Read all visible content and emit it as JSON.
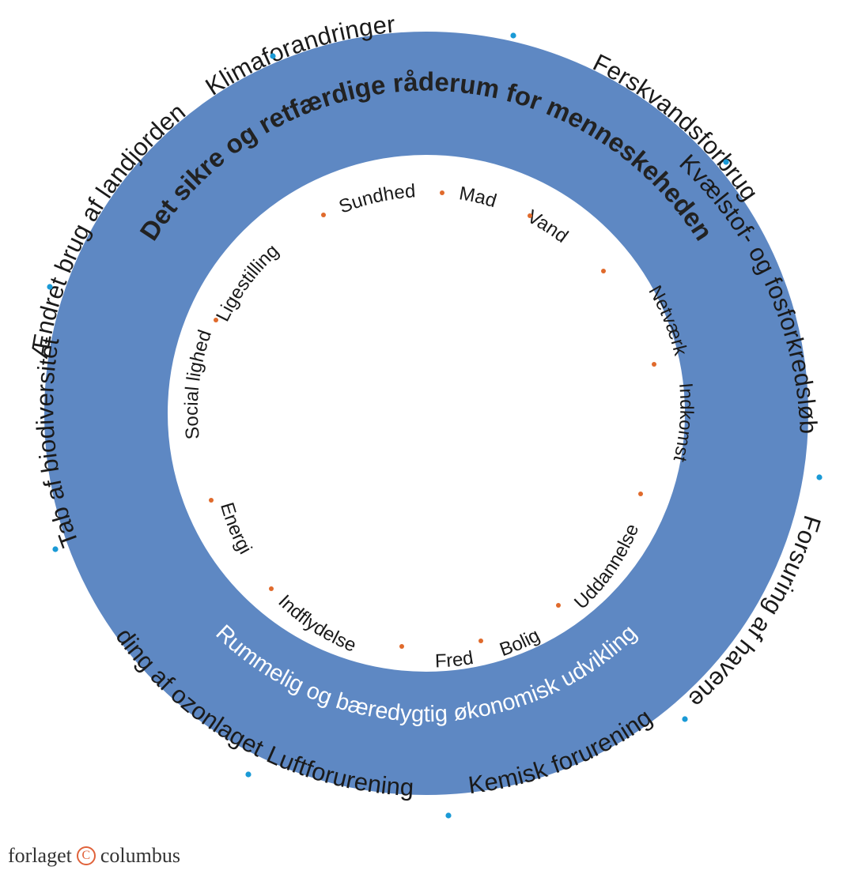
{
  "diagram": {
    "ring_color": "#5e88c3",
    "outer_dot_color": "#1a9ad6",
    "inner_dot_color": "#e06a2c",
    "ring_top_title": "Det sikre og retfærdige råderum for menneskeheden",
    "ring_bottom_title": "Rummelig og bæredygtig økonomisk udvikling",
    "outer_labels": [
      "Klimaforandringer",
      "Ferskvandsforbrug",
      "Kvælstof- og fosforkredsløb",
      "Forsuring af havene",
      "Kemisk forurening",
      "Luftforurening",
      "Udtynding af ozonlaget",
      "Tab af biodiversitet",
      "Ændret brug af landjorden"
    ],
    "inner_labels": [
      "Sundhed",
      "Mad",
      "Vand",
      "Netværk",
      "Indkomst",
      "Uddannelse",
      "Bolig",
      "Fred",
      "Indflydelse",
      "Energi",
      "Social lighed",
      "Ligestilling"
    ]
  },
  "publisher": {
    "name_left": "forlaget",
    "copyright_symbol": "C",
    "name_right": "columbus"
  }
}
